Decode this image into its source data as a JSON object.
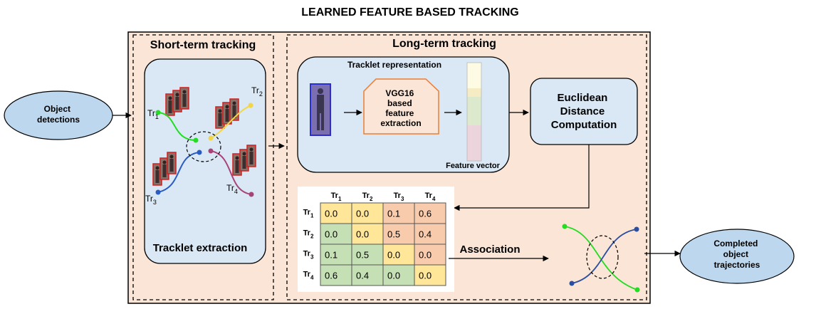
{
  "title": "LEARNED FEATURE BASED TRACKING",
  "input": "Object detections",
  "output": [
    "Completed",
    "object",
    "trajectories"
  ],
  "short_term": {
    "title": "Short-term tracking",
    "extraction_label": "Tracklet extraction",
    "tracklets": [
      {
        "base": "Tr",
        "sub": "1",
        "color": "#22dd22"
      },
      {
        "base": "Tr",
        "sub": "2",
        "color": "#f2d64a"
      },
      {
        "base": "Tr",
        "sub": "3",
        "color": "#2a5bc0"
      },
      {
        "base": "Tr",
        "sub": "4",
        "color": "#a8437a"
      }
    ]
  },
  "long_term": {
    "title": "Long-term tracking",
    "representation_title": "Tracklet representation",
    "cnn_label": [
      "VGG16",
      "based",
      "feature",
      "extraction"
    ],
    "feature_vector_label": "Feature vector",
    "distance_label": [
      "Euclidean",
      "Distance",
      "Computation"
    ],
    "association_label": "Association"
  },
  "matrix": {
    "row_headers": [
      {
        "base": "Tr",
        "sub": "1"
      },
      {
        "base": "Tr",
        "sub": "2"
      },
      {
        "base": "Tr",
        "sub": "3"
      },
      {
        "base": "Tr",
        "sub": "4"
      }
    ],
    "col_headers": [
      {
        "base": "Tr",
        "sub": "1"
      },
      {
        "base": "Tr",
        "sub": "2"
      },
      {
        "base": "Tr",
        "sub": "3"
      },
      {
        "base": "Tr",
        "sub": "4"
      }
    ],
    "values": [
      [
        "0.0",
        "0.0",
        "0.1",
        "0.6"
      ],
      [
        "0.0",
        "0.0",
        "0.5",
        "0.4"
      ],
      [
        "0.1",
        "0.5",
        "0.0",
        "0.0"
      ],
      [
        "0.6",
        "0.4",
        "0.0",
        "0.0"
      ]
    ],
    "colors": {
      "yellow": "#ffe699",
      "green": "#c5e0b4",
      "orange": "#f8cbad"
    },
    "cell_color_keys": [
      [
        "yellow",
        "yellow",
        "orange",
        "orange"
      ],
      [
        "green",
        "yellow",
        "orange",
        "orange"
      ],
      [
        "green",
        "green",
        "yellow",
        "orange"
      ],
      [
        "green",
        "green",
        "green",
        "yellow"
      ]
    ]
  },
  "colors": {
    "panel_fill": "#fbe5d6",
    "box_fill": "#dae8f5",
    "cnn_border": "#ed7d31",
    "input_fill": "#bdd7ee"
  }
}
